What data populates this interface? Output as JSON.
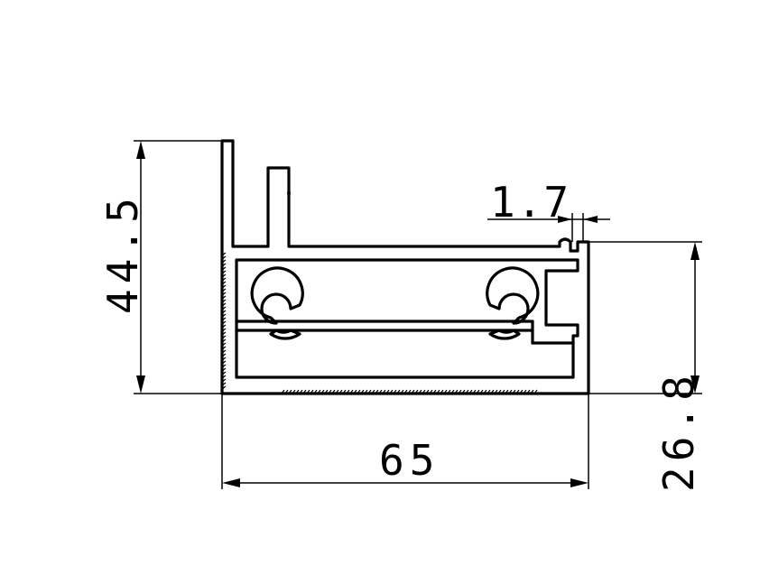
{
  "drawing": {
    "dimensions": {
      "height_total": "44.5",
      "height_right": "26.8",
      "width": "65",
      "wall_thickness": "1.7"
    },
    "colors": {
      "line": "#000000",
      "background": "#ffffff"
    }
  }
}
